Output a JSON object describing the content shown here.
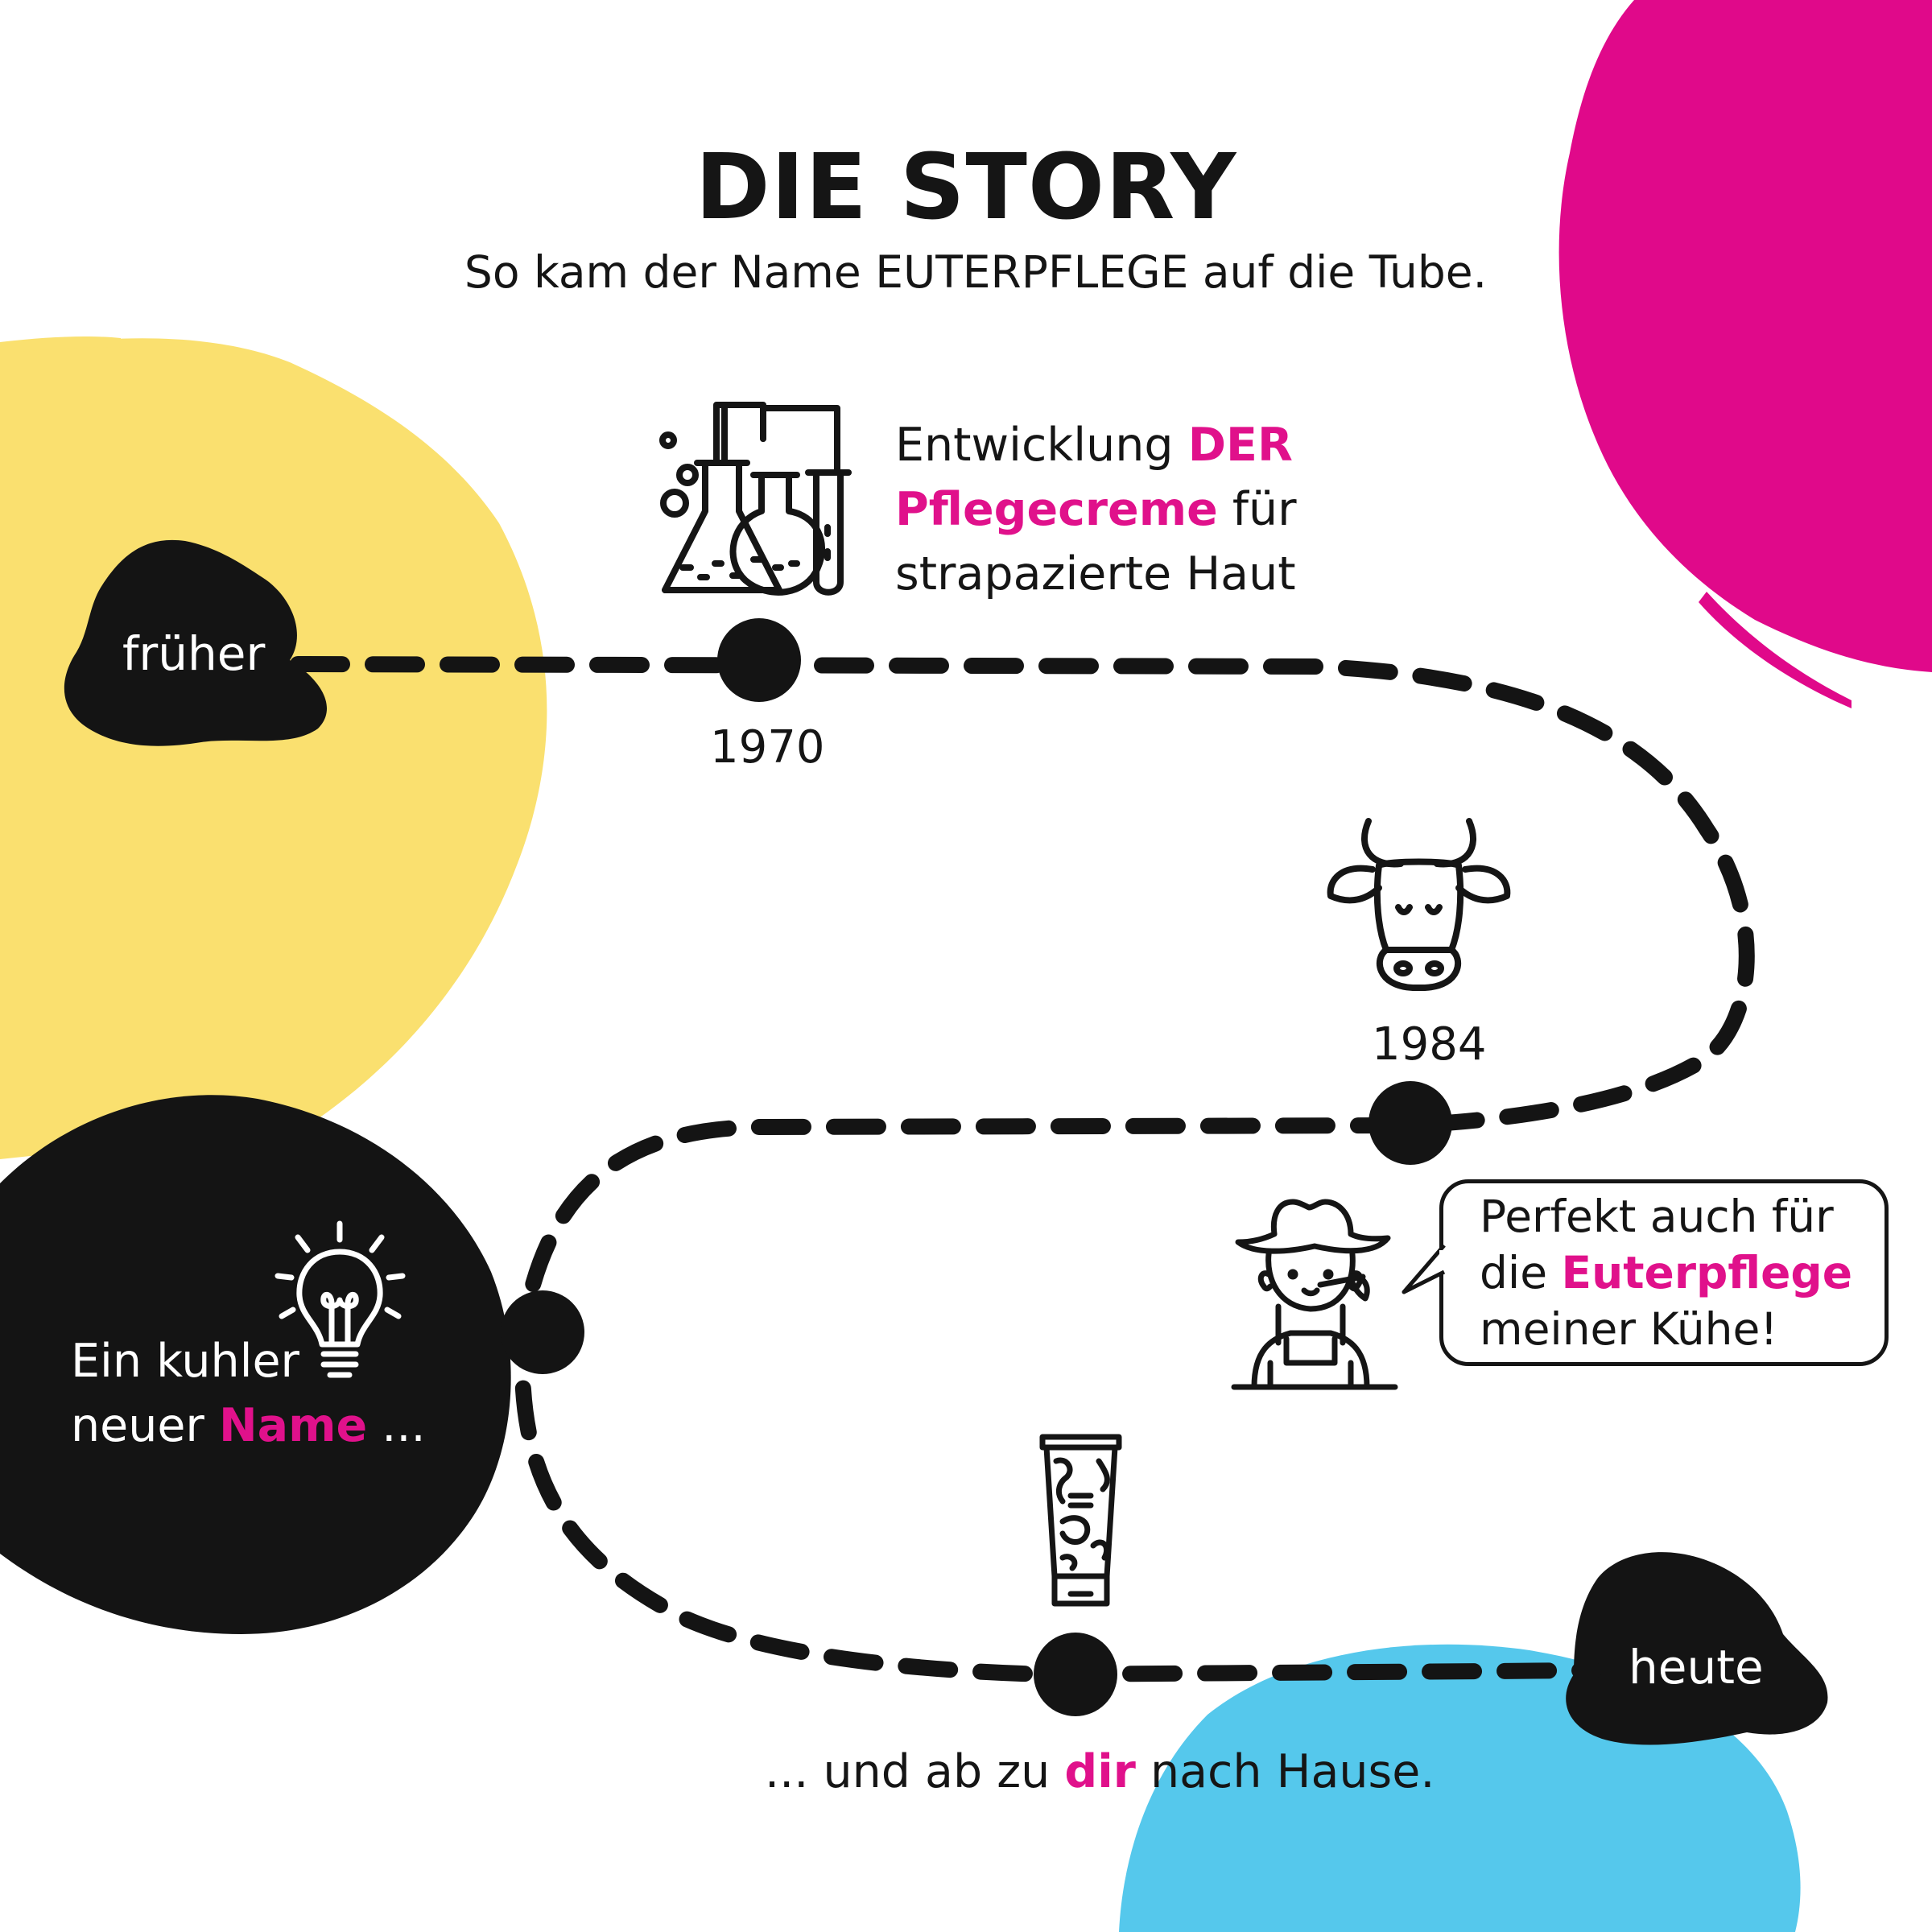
{
  "header": {
    "title": "DIE STORY",
    "subtitle": "So kam der Name EUTERPFLEGE auf die Tube."
  },
  "milestones": {
    "start_label": "früher",
    "m1970": {
      "year": "1970",
      "text_a": "Entwicklung ",
      "text_b_hl": "DER",
      "text_c_hl": "Pflegecreme",
      "text_d": " für",
      "text_e": "strapazierte Haut",
      "icon": "laboratory-flasks-icon"
    },
    "m1984": {
      "year": "1984",
      "icon": "cow-head-icon"
    },
    "speech": {
      "line1": "Perfekt auch für",
      "line2_a": "die ",
      "line2_hl": "Euterpflege",
      "line3": "meiner Kühe!",
      "icon": "farmer-icon"
    },
    "idea": {
      "line1": "Ein kuhler",
      "line2_a": "neuer ",
      "line2_hl": "Name",
      "line2_b": " ...",
      "icon": "lightbulb-icon"
    },
    "today": {
      "icon": "cream-tube-icon",
      "text_a": "... und ab zu ",
      "text_hl": "dir",
      "text_b": " nach Hause."
    },
    "end_label": "heute"
  },
  "colors": {
    "yellow": "#fae06f",
    "magenta": "#e0098a",
    "blue": "#55c8ec",
    "black": "#141414",
    "highlight": "#e0118b"
  }
}
